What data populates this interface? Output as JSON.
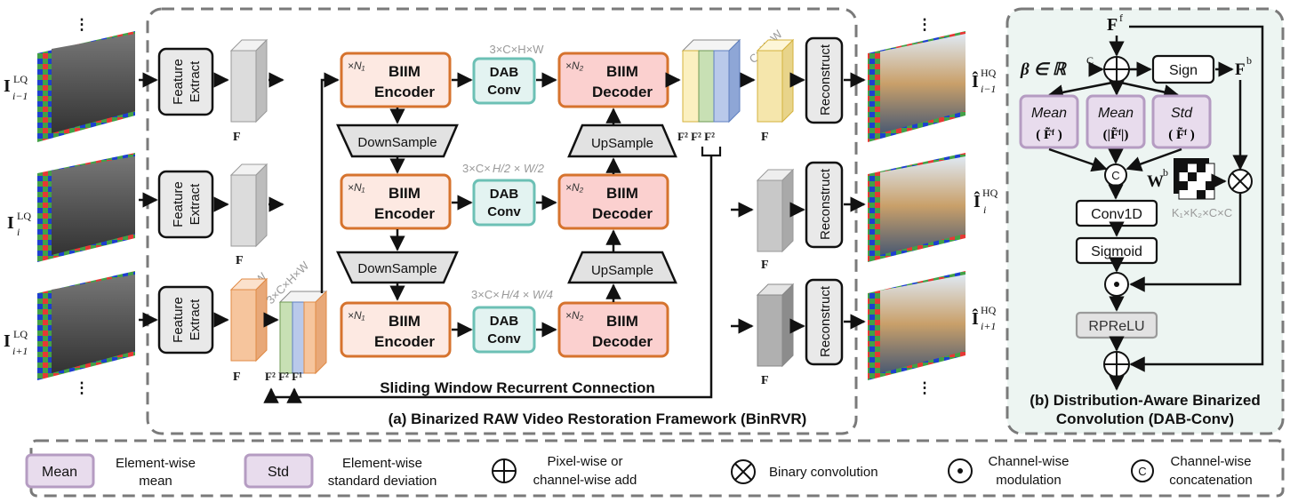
{
  "title_a": "(a) Binarized RAW Video Restoration Framework (BinRVR)",
  "title_b_line1": "(b) Distribution-Aware Binarized",
  "title_b_line2": "Convolution (DAB-Conv)",
  "sliding_label": "Sliding Window Recurrent Connection",
  "feature_extract_line1": "Feature",
  "feature_extract_line2": "Extract",
  "reconstruct": "Reconstruct",
  "encoder_line1": "BIIM",
  "encoder_line2": "Encoder",
  "decoder_line1": "BIIM",
  "decoder_line2": "Decoder",
  "dab_line1": "DAB",
  "dab_line2": "Conv",
  "downsample": "DownSample",
  "upsample": "UpSample",
  "n1": "N",
  "n2": "N",
  "dims": {
    "level1": "3×C×H×W",
    "level2": "3×C×",
    "level3": "3×C×",
    "chw_left": "C×H×W",
    "chw_3": "3×C×H×W",
    "chw_right": "C×H×W"
  },
  "inputs": [
    "I",
    "I",
    "I"
  ],
  "input_sup": "LQ",
  "input_subs": [
    "i−1",
    "i",
    "i+1"
  ],
  "outputs_sup": "HQ",
  "ellipsis": "⋮",
  "dab": {
    "ff": "F",
    "ff_sup": "f",
    "beta": "β ∈ ℝ",
    "beta_sup": "C",
    "sign": "Sign",
    "fb": "F",
    "fb_sup": "b",
    "mean": "Mean",
    "std": "Std",
    "conv1d": "Conv1D",
    "sigmoid": "Sigmoid",
    "rprelu": "RPReLU",
    "wb": "W",
    "wb_sup": "b",
    "kernel_dims": "K₁×K₂×C×C",
    "concat_letter": "C"
  },
  "legend": {
    "mean_box": "Mean",
    "mean_desc_1": "Element-wise",
    "mean_desc_2": "mean",
    "std_box": "Std",
    "std_desc_1": "Element-wise",
    "std_desc_2": "standard deviation",
    "add_desc_1": "Pixel-wise or",
    "add_desc_2": "channel-wise add",
    "binconv_desc": "Binary convolution",
    "mod_desc_1": "Channel-wise",
    "mod_desc_2": "modulation",
    "concat_desc_1": "Channel-wise",
    "concat_desc_2": "concatenation",
    "concat_letter": "C"
  },
  "colors": {
    "encoder_fill": "#fde9e2",
    "encoder_stroke": "#d6732e",
    "decoder_fill": "#fbd0cf",
    "decoder_stroke": "#d6732e",
    "dab_fill": "#e3f3f1",
    "dab_stroke": "#6cc0b5",
    "purple_fill": "#e8dced",
    "purple_stroke": "#b59cc2",
    "panel_b_fill": "#edf5f2"
  }
}
